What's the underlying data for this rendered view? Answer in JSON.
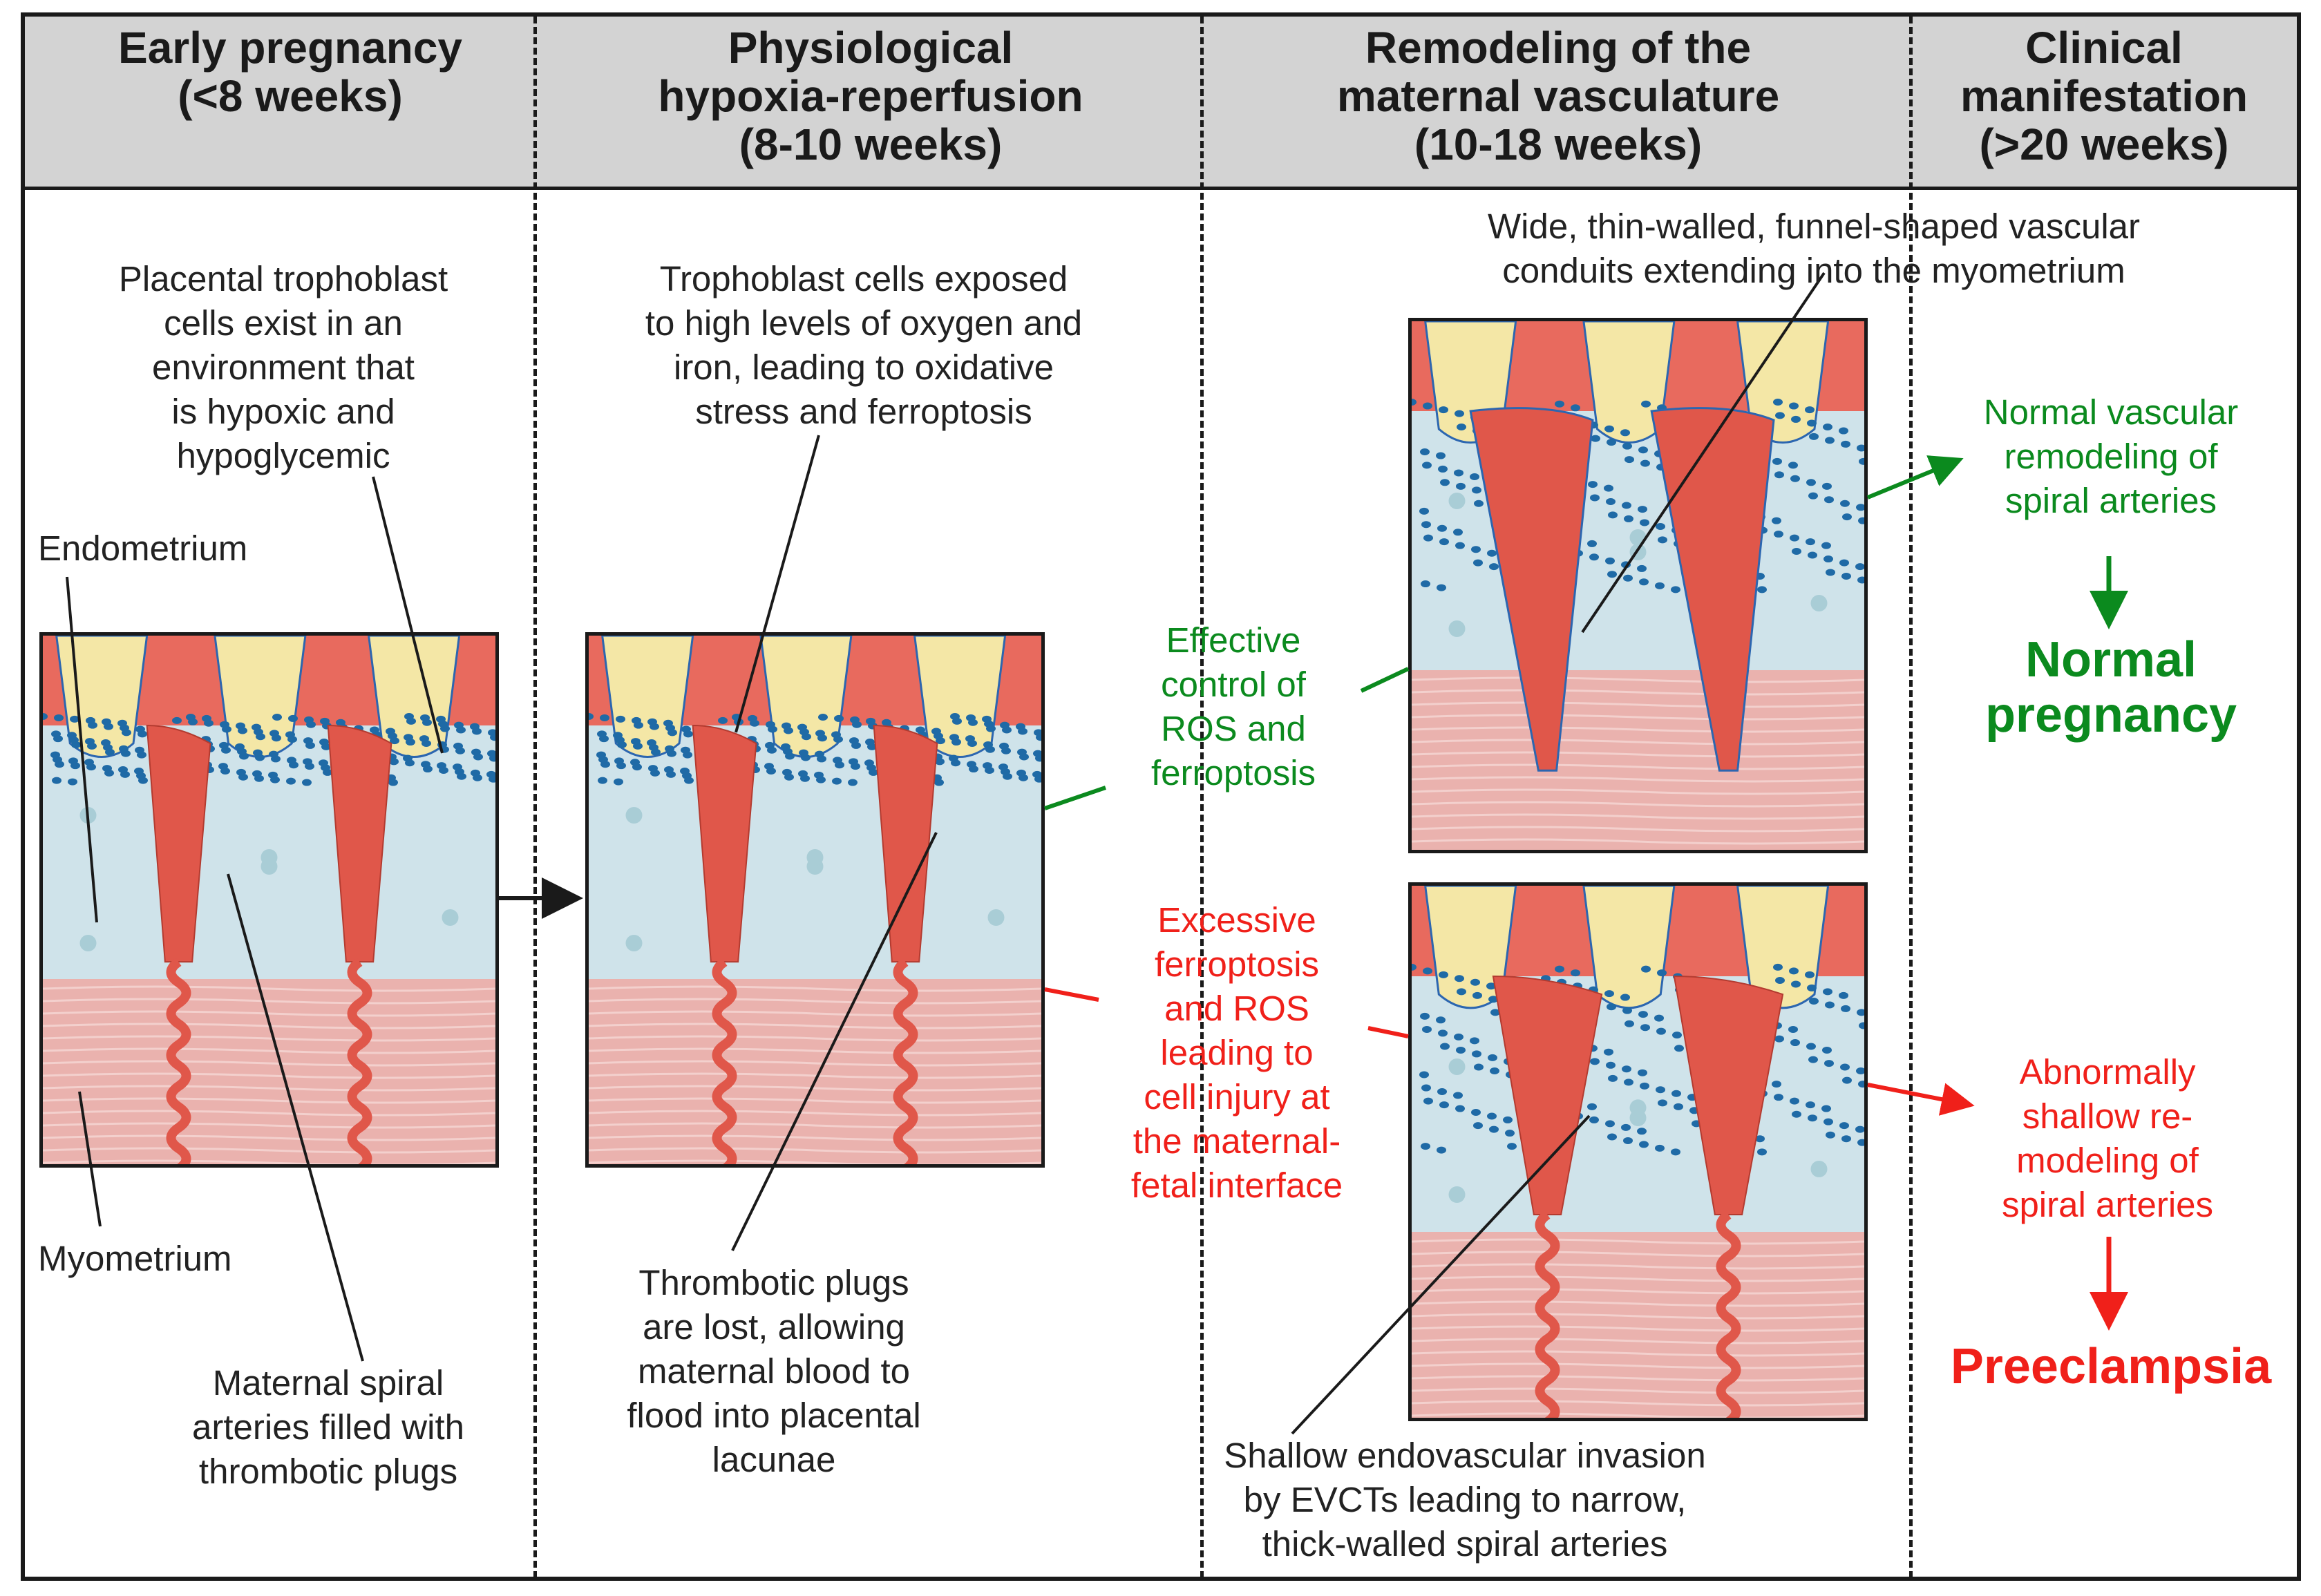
{
  "headers": {
    "col1": [
      "Early pregnancy",
      "(<8 weeks)"
    ],
    "col2": [
      "Physiological",
      "hypoxia-reperfusion",
      "(8-10 weeks)"
    ],
    "col3": [
      "Remodeling of the",
      "maternal vasculature",
      "(10-18 weeks)"
    ],
    "col4": [
      "Clinical",
      "manifestation",
      "(>20 weeks)"
    ]
  },
  "labels": {
    "placental_trophoblast": [
      "Placental trophoblast",
      "cells exist in an",
      "environment that",
      "is hypoxic and",
      "hypoglycemic"
    ],
    "endometrium": "Endometrium",
    "myometrium": "Myometrium",
    "maternal_spiral": [
      "Maternal spiral",
      "arteries filled with",
      "thrombotic plugs"
    ],
    "trophoblast_exposed": [
      "Trophoblast cells exposed",
      "to high levels of oxygen and",
      "iron, leading to oxidative",
      "stress and ferroptosis"
    ],
    "thrombotic_lost": [
      "Thrombotic plugs",
      "are lost, allowing",
      "maternal blood to",
      "flood into placental",
      "lacunae"
    ],
    "wide_thin": [
      "Wide, thin-walled, funnel-shaped vascular",
      "conduits extending into the myometrium"
    ],
    "effective_control": [
      "Effective",
      "control of",
      "ROS and",
      "ferroptosis"
    ],
    "excessive": [
      "Excessive",
      "ferroptosis",
      "and ROS",
      "leading to",
      "cell injury at",
      "the maternal-",
      "fetal interface"
    ],
    "shallow_invasion": [
      "Shallow endovascular invasion",
      "by EVCTs leading to narrow,",
      "thick-walled spiral arteries"
    ],
    "normal_remodeling": [
      "Normal vascular",
      "remodeling of",
      "spiral arteries"
    ],
    "normal_pregnancy": [
      "Normal",
      "pregnancy"
    ],
    "abnormal_remodeling": [
      "Abnormally",
      "shallow re-",
      "modeling of",
      "spiral arteries"
    ],
    "preeclampsia": "Preeclampsia"
  },
  "colors": {
    "green": "#0b8a1e",
    "red": "#f0201a",
    "header_bg": "#d3d3d3",
    "endometrium": "#cfe3ea",
    "myometrium": "#eab2ae",
    "artery": "#e0574a",
    "trophoblast_dots": "#1f6aa6"
  }
}
